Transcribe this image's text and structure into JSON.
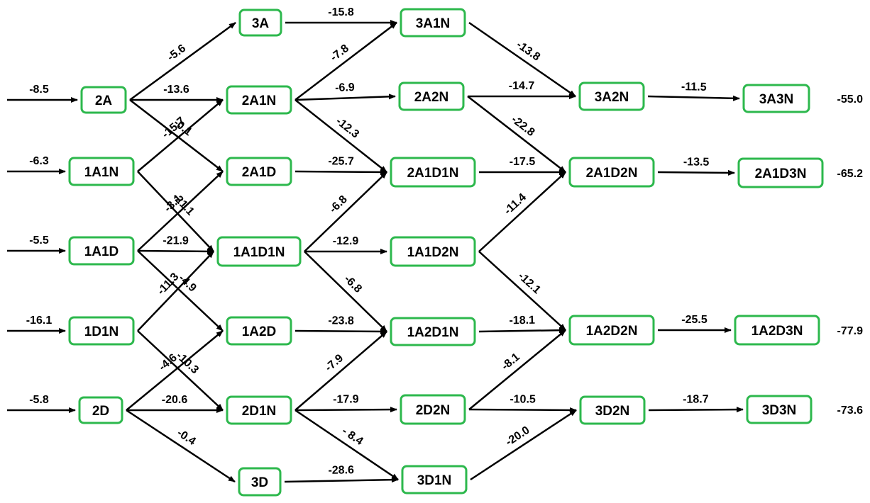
{
  "nodes": [
    {
      "id": "2A",
      "label": "2A"
    },
    {
      "id": "1A1N",
      "label": "1A1N"
    },
    {
      "id": "1A1D",
      "label": "1A1D"
    },
    {
      "id": "1D1N",
      "label": "1D1N"
    },
    {
      "id": "2D",
      "label": "2D"
    },
    {
      "id": "3A",
      "label": "3A"
    },
    {
      "id": "2A1N",
      "label": "2A1N"
    },
    {
      "id": "2A1D",
      "label": "2A1D"
    },
    {
      "id": "1A1D1N",
      "label": "1A1D1N"
    },
    {
      "id": "1A2D",
      "label": "1A2D"
    },
    {
      "id": "2D1N",
      "label": "2D1N"
    },
    {
      "id": "3D",
      "label": "3D"
    },
    {
      "id": "3A1N",
      "label": "3A1N"
    },
    {
      "id": "2A2N",
      "label": "2A2N"
    },
    {
      "id": "2A1D1N",
      "label": "2A1D1N"
    },
    {
      "id": "1A1D2N",
      "label": "1A1D2N"
    },
    {
      "id": "1A2D1N",
      "label": "1A2D1N"
    },
    {
      "id": "2D2N",
      "label": "2D2N"
    },
    {
      "id": "3D1N",
      "label": "3D1N"
    },
    {
      "id": "3A2N",
      "label": "3A2N"
    },
    {
      "id": "2A1D2N",
      "label": "2A1D2N"
    },
    {
      "id": "1A2D2N",
      "label": "1A2D2N"
    },
    {
      "id": "3D2N",
      "label": "3D2N"
    },
    {
      "id": "3A3N",
      "label": "3A3N"
    },
    {
      "id": "2A1D3N",
      "label": "2A1D3N"
    },
    {
      "id": "1A2D3N",
      "label": "1A2D3N"
    },
    {
      "id": "3D3N",
      "label": "3D3N"
    }
  ],
  "inputs": [
    {
      "to": "2A",
      "label": "-8.5"
    },
    {
      "to": "1A1N",
      "label": "-6.3"
    },
    {
      "to": "1A1D",
      "label": "-5.5"
    },
    {
      "to": "1D1N",
      "label": "-16.1"
    },
    {
      "to": "2D",
      "label": "-5.8"
    }
  ],
  "edges": [
    {
      "from": "2A",
      "to": "3A",
      "label": "-5.6"
    },
    {
      "from": "2A",
      "to": "2A1N",
      "label": "-13.6"
    },
    {
      "from": "2A",
      "to": "2A1D",
      "label": "-0.1"
    },
    {
      "from": "1A1N",
      "to": "2A1N",
      "label": "-15.7"
    },
    {
      "from": "1A1N",
      "to": "1A1D1N",
      "label": "-21.1"
    },
    {
      "from": "1A1D",
      "to": "2A1D",
      "label": "-3.1"
    },
    {
      "from": "1A1D",
      "to": "1A1D1N",
      "label": "-21.9"
    },
    {
      "from": "1A1D",
      "to": "1A2D",
      "label": "-4.9"
    },
    {
      "from": "1D1N",
      "to": "1A1D1N",
      "label": "-11.3"
    },
    {
      "from": "1D1N",
      "to": "2D1N",
      "label": "-10.3"
    },
    {
      "from": "2D",
      "to": "1A2D",
      "label": "-4.6"
    },
    {
      "from": "2D",
      "to": "2D1N",
      "label": "-20.6"
    },
    {
      "from": "2D",
      "to": "3D",
      "label": "-0.4"
    },
    {
      "from": "3A",
      "to": "3A1N",
      "label": "-15.8"
    },
    {
      "from": "2A1N",
      "to": "3A1N",
      "label": "-7.8"
    },
    {
      "from": "2A1N",
      "to": "2A2N",
      "label": "-6.9"
    },
    {
      "from": "2A1N",
      "to": "2A1D1N",
      "label": "-12.3"
    },
    {
      "from": "2A1D",
      "to": "2A1D1N",
      "label": "-25.7"
    },
    {
      "from": "1A1D1N",
      "to": "2A1D1N",
      "label": "-6.8"
    },
    {
      "from": "1A1D1N",
      "to": "1A1D2N",
      "label": "-12.9"
    },
    {
      "from": "1A1D1N",
      "to": "1A2D1N",
      "label": "-6.8"
    },
    {
      "from": "1A2D",
      "to": "1A2D1N",
      "label": "-23.8"
    },
    {
      "from": "2D1N",
      "to": "1A2D1N",
      "label": "-7.9"
    },
    {
      "from": "2D1N",
      "to": "2D2N",
      "label": "-17.9"
    },
    {
      "from": "2D1N",
      "to": "3D1N",
      "label": "- 8.4"
    },
    {
      "from": "3D",
      "to": "3D1N",
      "label": "-28.6"
    },
    {
      "from": "3A1N",
      "to": "3A2N",
      "label": "-13.8"
    },
    {
      "from": "2A2N",
      "to": "3A2N",
      "label": "-14.7"
    },
    {
      "from": "2A2N",
      "to": "2A1D2N",
      "label": "-22.8"
    },
    {
      "from": "2A1D1N",
      "to": "2A1D2N",
      "label": "-17.5"
    },
    {
      "from": "1A1D2N",
      "to": "2A1D2N",
      "label": "-11.4"
    },
    {
      "from": "1A1D2N",
      "to": "1A2D2N",
      "label": "-12.1"
    },
    {
      "from": "1A2D1N",
      "to": "1A2D2N",
      "label": "-18.1"
    },
    {
      "from": "2D2N",
      "to": "1A2D2N",
      "label": "-8.1"
    },
    {
      "from": "2D2N",
      "to": "3D2N",
      "label": "-10.5"
    },
    {
      "from": "3D1N",
      "to": "3D2N",
      "label": "-20.0"
    },
    {
      "from": "3A2N",
      "to": "3A3N",
      "label": "-11.5"
    },
    {
      "from": "2A1D2N",
      "to": "2A1D3N",
      "label": "-13.5"
    },
    {
      "from": "1A2D2N",
      "to": "1A2D3N",
      "label": "-25.5"
    },
    {
      "from": "3D2N",
      "to": "3D3N",
      "label": "-18.7"
    }
  ],
  "totals": [
    {
      "node": "3A3N",
      "label": "-55.0"
    },
    {
      "node": "2A1D3N",
      "label": "-65.2"
    },
    {
      "node": "1A2D3N",
      "label": "-77.9"
    },
    {
      "node": "3D3N",
      "label": "-73.6"
    }
  ],
  "colors": {
    "node_border": "#2db84d",
    "arrow": "#000000"
  }
}
